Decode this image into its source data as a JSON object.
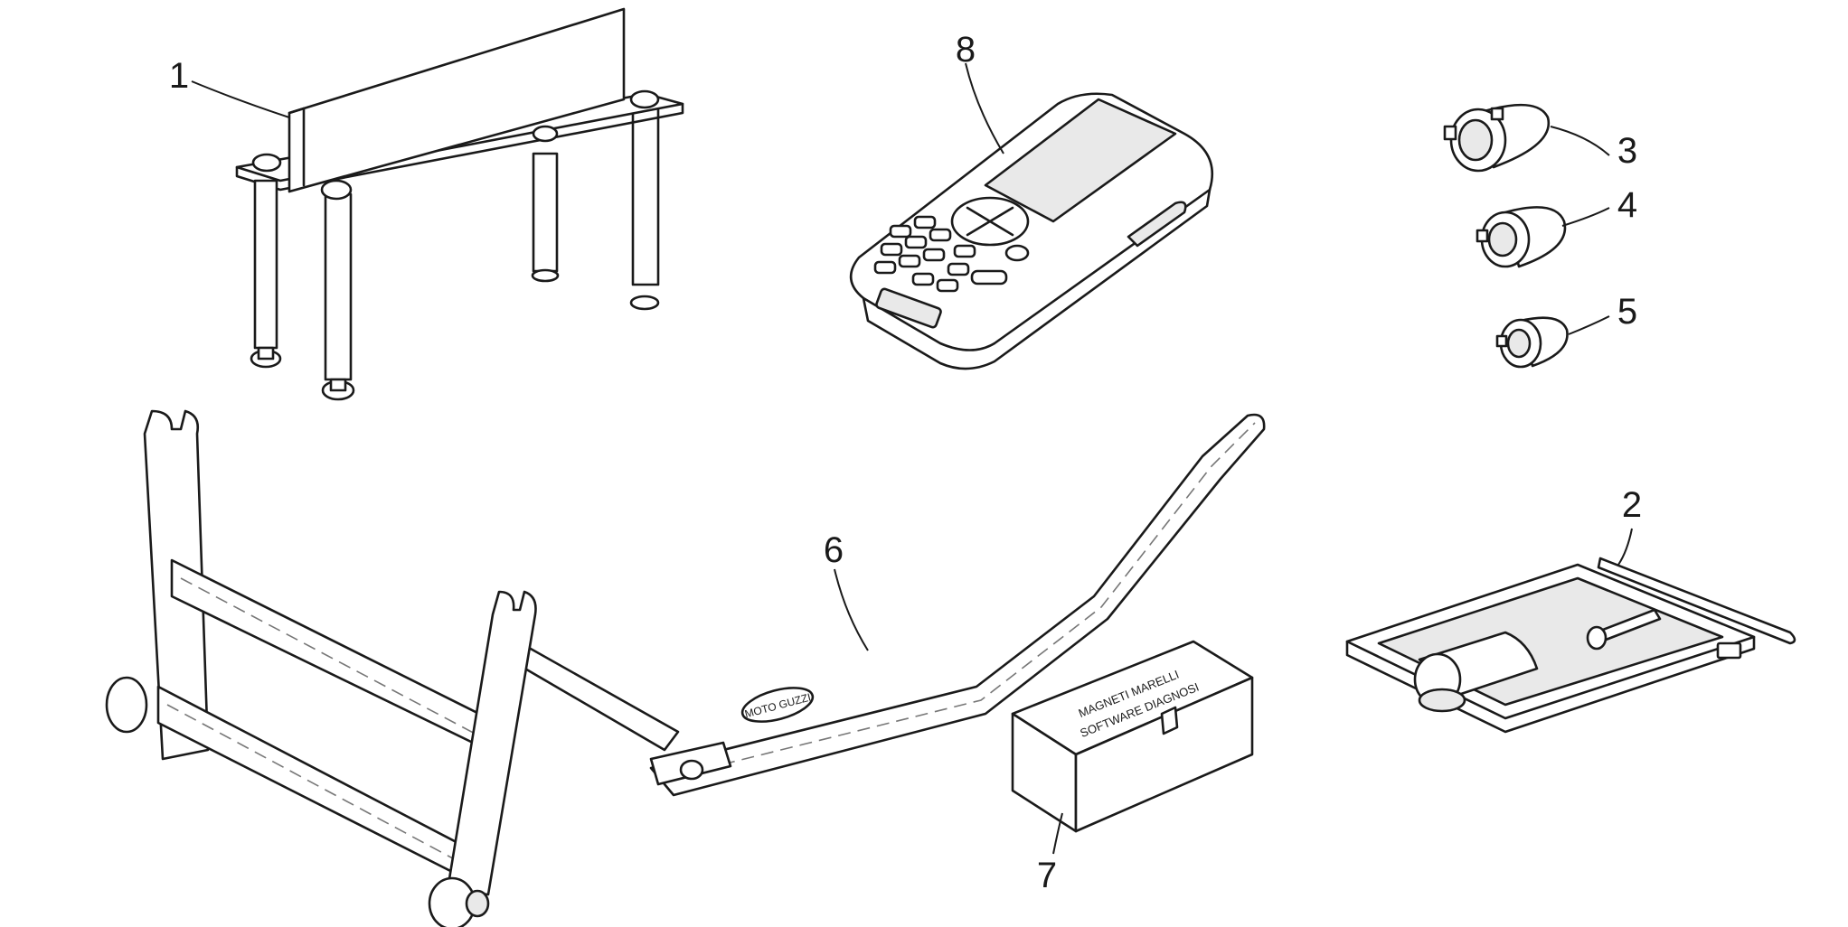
{
  "callouts": [
    {
      "id": "1",
      "label": "1"
    },
    {
      "id": "2",
      "label": "2"
    },
    {
      "id": "3",
      "label": "3"
    },
    {
      "id": "4",
      "label": "4"
    },
    {
      "id": "5",
      "label": "5"
    },
    {
      "id": "6",
      "label": "6"
    },
    {
      "id": "7",
      "label": "7"
    },
    {
      "id": "8",
      "label": "8"
    }
  ],
  "box_label": {
    "line1": "MAGNETI MARELLI",
    "line2": "SOFTWARE DIAGNOSI"
  },
  "stand_marking": "MOTO GUZZI"
}
